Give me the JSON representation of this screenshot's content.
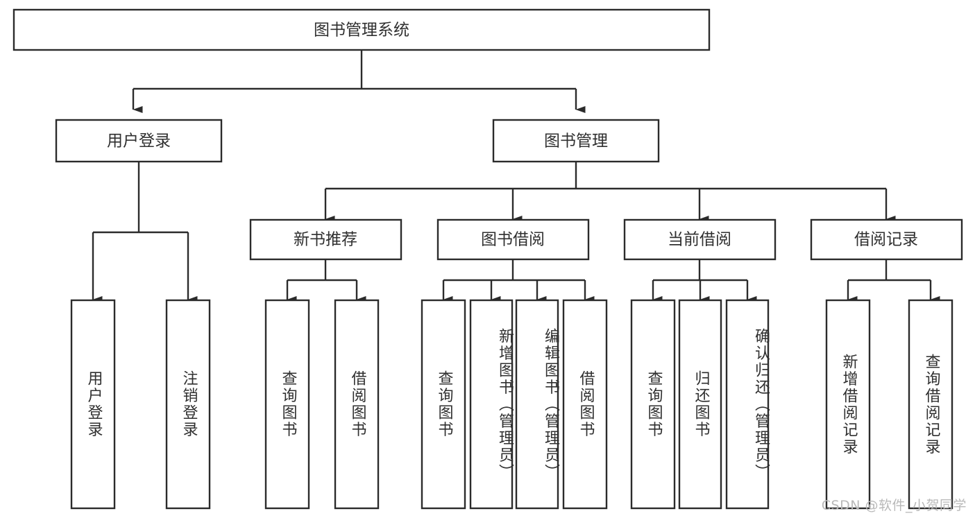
{
  "diagram": {
    "title": "图书管理系统",
    "type": "tree-hierarchy-chart",
    "watermark": "CSDN @软件_小贺同学",
    "colors": {
      "box_stroke": "#2b2b2b",
      "box_fill": "#ffffff",
      "text": "#2f2f2f",
      "connector": "#2b2b2b",
      "watermark": "#b9b9b9",
      "background": "#ffffff"
    },
    "root": {
      "label": "图书管理系统"
    },
    "level2": [
      {
        "id": "user-login",
        "label": "用户登录"
      },
      {
        "id": "book-management",
        "label": "图书管理"
      }
    ],
    "level3": [
      {
        "id": "new-book-recommend",
        "label": "新书推荐",
        "parent": "book-management"
      },
      {
        "id": "book-borrow",
        "label": "图书借阅",
        "parent": "book-management"
      },
      {
        "id": "current-borrow",
        "label": "当前借阅",
        "parent": "book-management"
      },
      {
        "id": "borrow-record",
        "label": "借阅记录",
        "parent": "book-management"
      }
    ],
    "leaves": [
      {
        "id": "leaf-user-login",
        "label": "用户登录",
        "parent": "user-login"
      },
      {
        "id": "leaf-user-logout",
        "label": "注销登录",
        "parent": "user-login"
      },
      {
        "id": "leaf-query-book-1",
        "label": "查询图书",
        "parent": "new-book-recommend"
      },
      {
        "id": "leaf-borrow-book-1",
        "label": "借阅图书",
        "parent": "new-book-recommend"
      },
      {
        "id": "leaf-query-book-2",
        "label": "查询图书",
        "parent": "book-borrow"
      },
      {
        "id": "leaf-add-book",
        "label": "新增图书（管理员）",
        "parent": "book-borrow"
      },
      {
        "id": "leaf-edit-book",
        "label": "编辑图书（管理员）",
        "parent": "book-borrow"
      },
      {
        "id": "leaf-borrow-book-2",
        "label": "借阅图书",
        "parent": "book-borrow"
      },
      {
        "id": "leaf-query-book-3",
        "label": "查询图书",
        "parent": "current-borrow"
      },
      {
        "id": "leaf-return-book",
        "label": "归还图书",
        "parent": "current-borrow"
      },
      {
        "id": "leaf-confirm-return",
        "label": "确认归还（管理员）",
        "parent": "current-borrow"
      },
      {
        "id": "leaf-add-record",
        "label": "新增借阅记录",
        "parent": "borrow-record"
      },
      {
        "id": "leaf-query-record",
        "label": "查询借阅记录",
        "parent": "borrow-record"
      }
    ]
  }
}
